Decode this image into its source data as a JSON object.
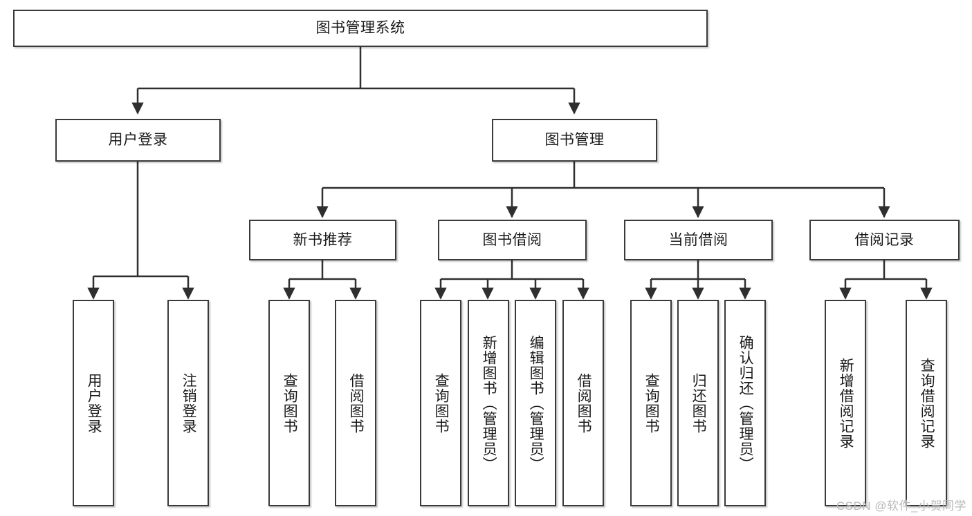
{
  "diagram": {
    "title": "图书管理系统",
    "type": "tree-hierarchy",
    "colors": {
      "box_border": "#3a3a3a",
      "box_fill": "#ffffff",
      "connector": "#2f2f2f",
      "watermark": "#b9b9b9",
      "background": "#ffffff"
    },
    "root": {
      "label": "图书管理系统"
    },
    "level2": [
      {
        "label": "用户登录"
      },
      {
        "label": "图书管理"
      }
    ],
    "level3": [
      {
        "label": "新书推荐"
      },
      {
        "label": "图书借阅"
      },
      {
        "label": "当前借阅"
      },
      {
        "label": "借阅记录"
      }
    ],
    "leaves": {
      "user_login": [
        {
          "label": "用户登录"
        },
        {
          "label": "注销登录"
        }
      ],
      "new_book_recommend": [
        {
          "label": "查询图书"
        },
        {
          "label": "借阅图书"
        }
      ],
      "book_borrow": [
        {
          "label": "查询图书"
        },
        {
          "label": "新增图书（管理员）"
        },
        {
          "label": "编辑图书（管理员）"
        },
        {
          "label": "借阅图书"
        }
      ],
      "current_borrow": [
        {
          "label": "查询图书"
        },
        {
          "label": "归还图书"
        },
        {
          "label": "确认归还（管理员）"
        }
      ],
      "borrow_record": [
        {
          "label": "新增借阅记录"
        },
        {
          "label": "查询借阅记录"
        }
      ]
    },
    "watermark": "CSDN @软件_小贺同学"
  }
}
